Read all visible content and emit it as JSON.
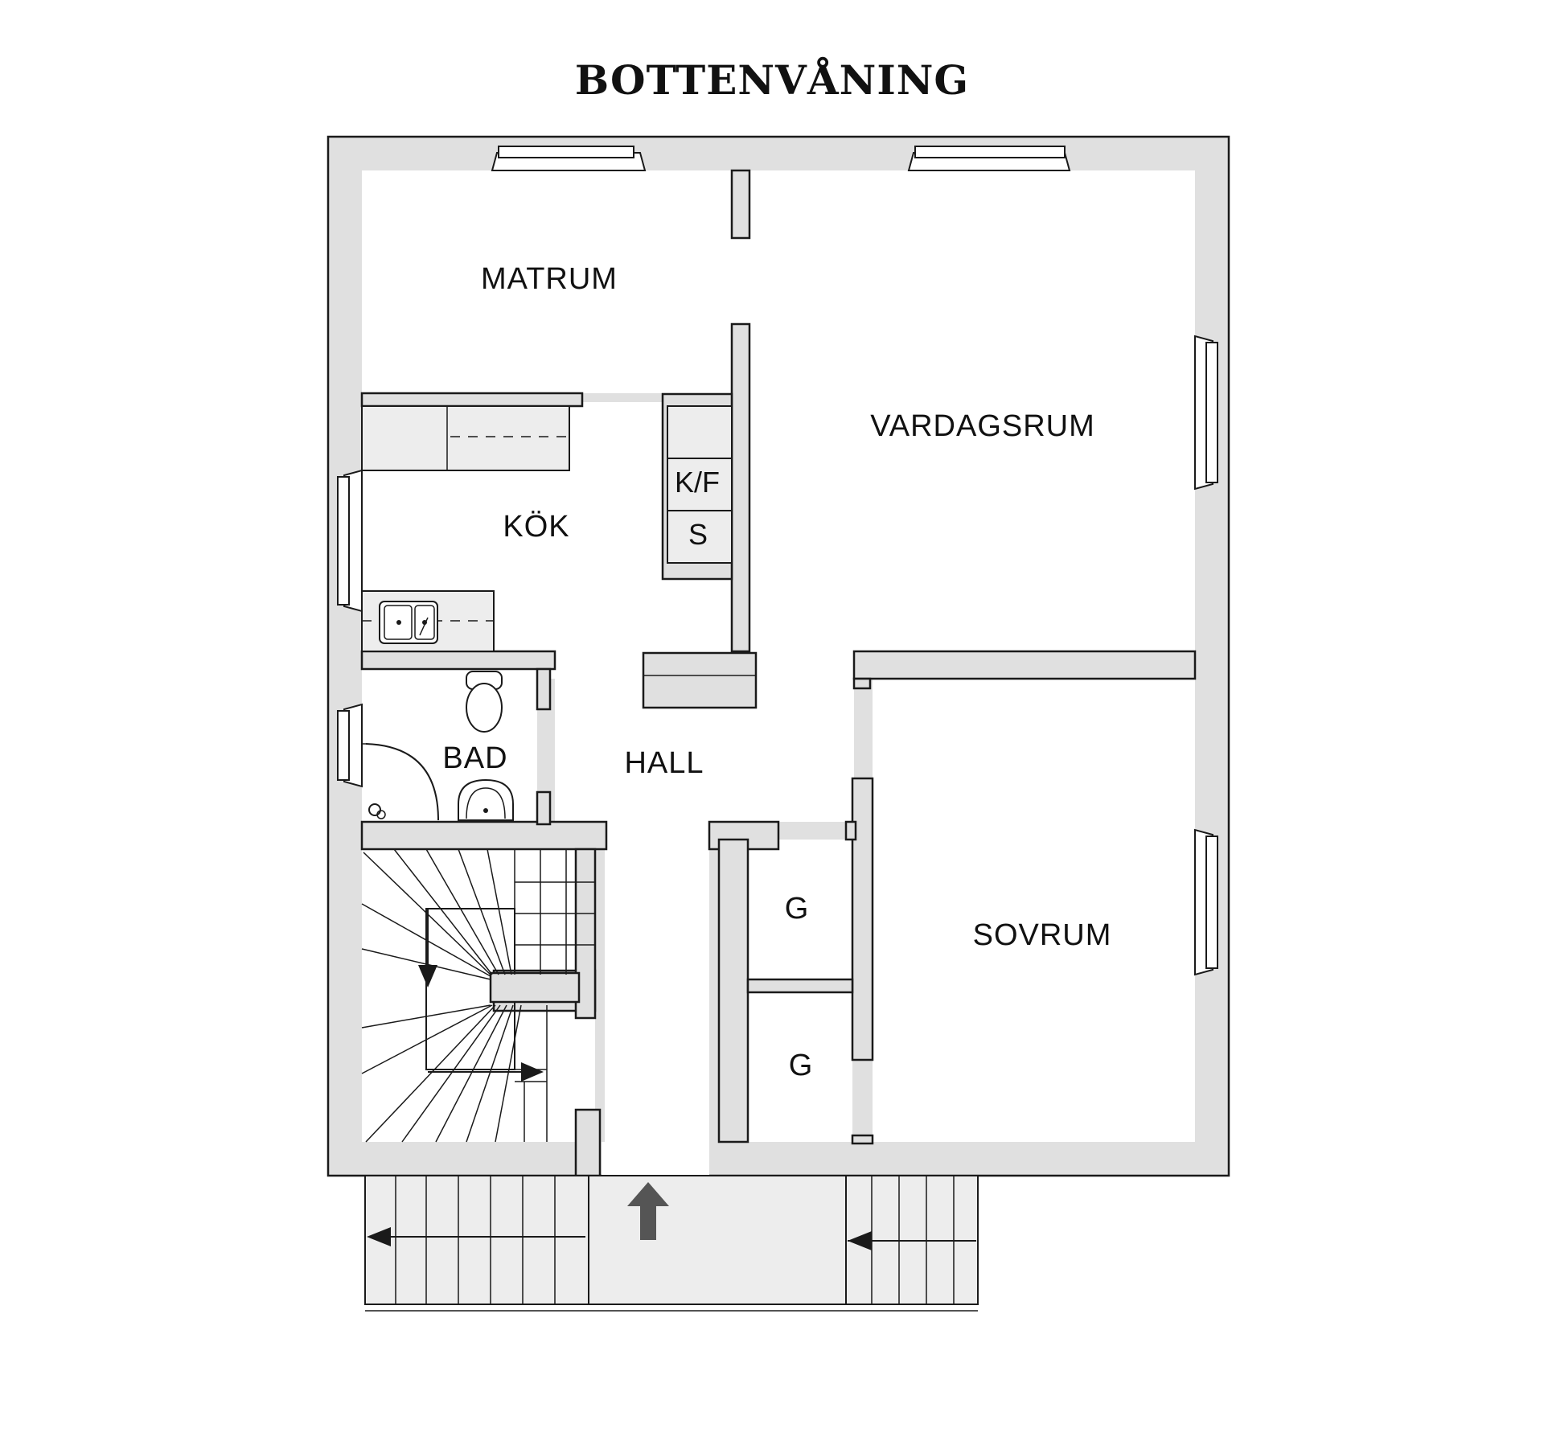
{
  "title": "BOTTENVÅNING",
  "rooms": {
    "matrum": "MATRUM",
    "vardagsrum": "VARDAGSRUM",
    "kok": "KÖK",
    "bad": "BAD",
    "hall": "HALL",
    "sovrum": "SOVRUM",
    "garderob_1": "G",
    "garderob_2": "G"
  },
  "appliances": {
    "kyl_frys": "K/F",
    "spis": "S"
  },
  "colors": {
    "wall_fill": "#e0e0e0",
    "outline": "#1a1a1a",
    "entry_arrow": "#555555"
  }
}
